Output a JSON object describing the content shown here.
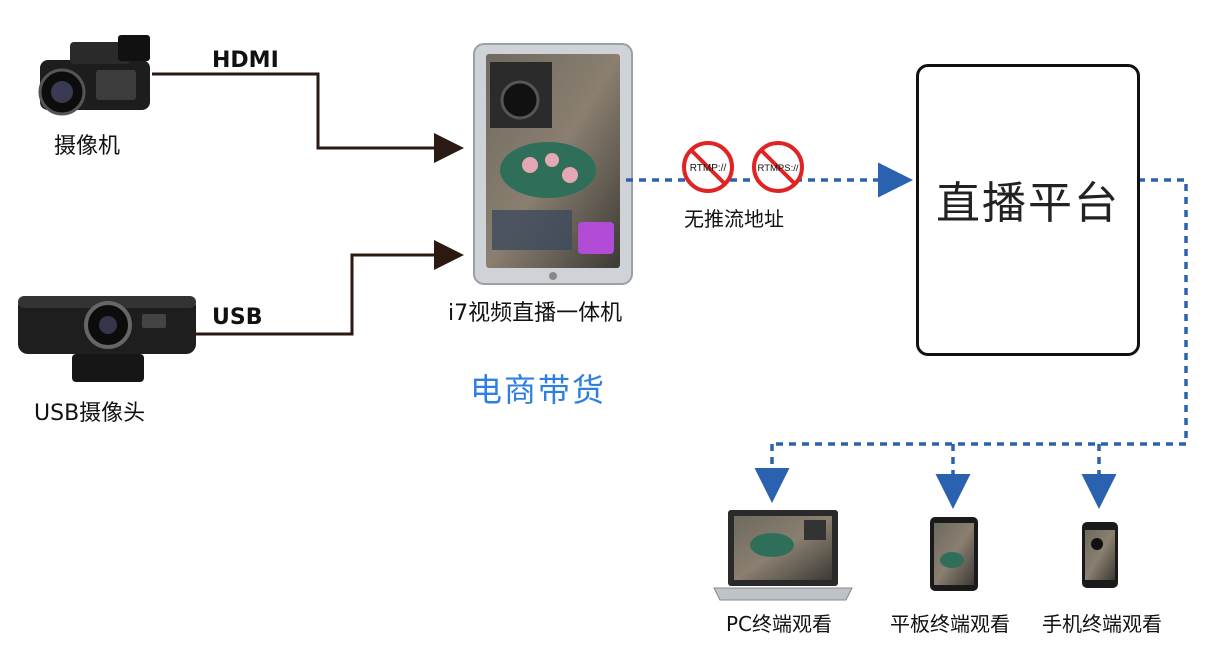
{
  "sources": {
    "camera_label": "摄像机",
    "usb_camera_label": "USB摄像头",
    "hdmi_label": "HDMI",
    "usb_label": "USB"
  },
  "device": {
    "name": "i7视频直播一体机",
    "tag": "电商带货"
  },
  "stream": {
    "no_push_label": "无推流地址",
    "badges": [
      "RTMP://",
      "RTMPS://"
    ]
  },
  "platform": {
    "label": "直播平台"
  },
  "viewers": {
    "pc": "PC终端观看",
    "tablet": "平板终端观看",
    "phone": "手机终端观看"
  },
  "colors": {
    "link": "#2a62b0",
    "tag": "#2f7fe0",
    "prohibit": "#e02424",
    "line": "#2a1a12"
  }
}
